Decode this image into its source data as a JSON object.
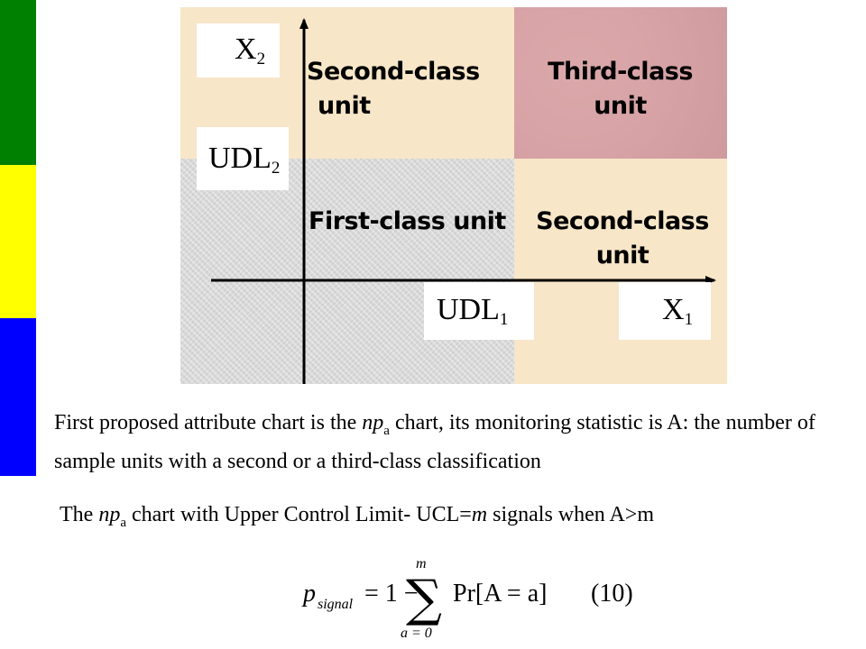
{
  "sidebar": {
    "colors": [
      "#008000",
      "#ffff00",
      "#0000ff"
    ]
  },
  "diagram": {
    "axis_x_label": "X",
    "axis_x_sub": "1",
    "axis_y_label": "X",
    "axis_y_sub": "2",
    "udl1_label": "UDL",
    "udl1_sub": "1",
    "udl2_label": "UDL",
    "udl2_sub": "2",
    "regions": {
      "top_left_line1": "Second-class",
      "top_left_line2": "unit",
      "top_right_line1": "Third-class",
      "top_right_line2": "unit",
      "bottom_left": "First-class unit",
      "bottom_right_line1": "Second-class",
      "bottom_right_line2": "unit"
    }
  },
  "text": {
    "para_part1": "First proposed attribute chart is the ",
    "para_np": "np",
    "para_sub": "a",
    "para_part2": " chart, its monitoring statistic is A: the number of sample units with a second or a third-class classification",
    "signal_part1": "The ",
    "signal_np": "np",
    "signal_sub": "a",
    "signal_part2": " chart with Upper Control Limit- UCL=",
    "signal_m": "m",
    "signal_part3": " signals when A>m"
  },
  "formula": {
    "lhs": "p",
    "lhs_sub": "signal",
    "rhs_start": "= 1 −",
    "sum_upper": "m",
    "sum_lower": "a = 0",
    "term": "Pr[A = a]",
    "eq_number": "(10)"
  }
}
